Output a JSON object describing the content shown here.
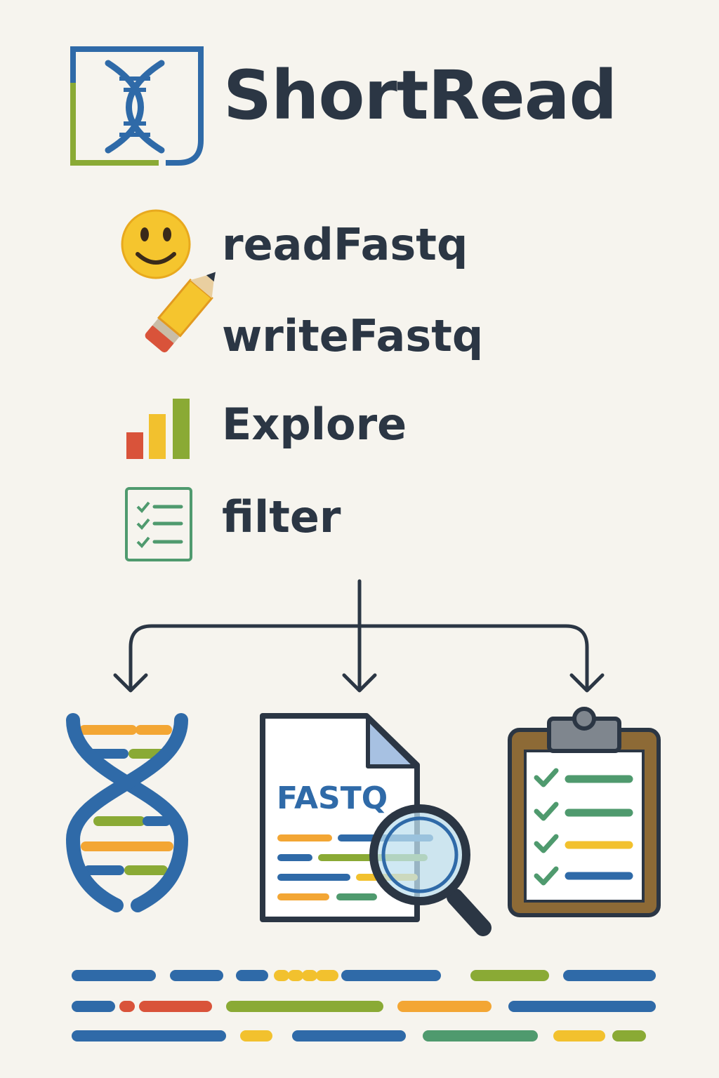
{
  "app": {
    "title": "ShortRead"
  },
  "functions": [
    {
      "label": "readFastq",
      "icon": "smiley-face-icon"
    },
    {
      "label": "writeFastq",
      "icon": "pencil-icon"
    },
    {
      "label": "Explore",
      "icon": "bar-chart-icon"
    },
    {
      "label": "filter",
      "icon": "checklist-icon"
    }
  ],
  "outputs": [
    {
      "icon": "dna-helix-icon"
    },
    {
      "icon": "fastq-file-search-icon",
      "label": "FASTQ"
    },
    {
      "icon": "clipboard-checklist-icon"
    }
  ],
  "colors": {
    "text": "#2b3644",
    "blue": "#2f6aa8",
    "green": "#8aaa35",
    "orange": "#f3a634",
    "yellow": "#f2c12e",
    "red": "#d9533a",
    "teal": "#4f9a6e",
    "brown": "#7a5a2f",
    "background": "#f6f4ee"
  }
}
